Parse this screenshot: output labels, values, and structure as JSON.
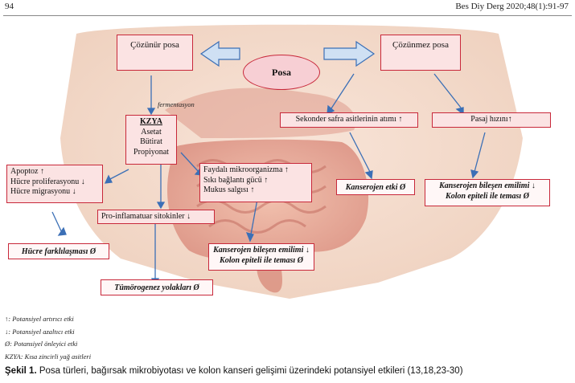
{
  "header": {
    "page_number": "94",
    "journal": "Bes Diy Derg 2020;48(1):91-97"
  },
  "diagram": {
    "center": "Posa",
    "soluble": "Çözünür posa",
    "insoluble": "Çözünmez posa",
    "fermentation": "fermentasyon",
    "kzya_title": "KZYA",
    "kzya_items": [
      "Asetat",
      "Bütirat",
      "Propiyonat"
    ],
    "apoptosis_lines": [
      "Apoptoz ↑",
      "Hücre proliferasyonu ↓",
      "Hücre migrasyonu ↓"
    ],
    "microbiota_lines": [
      "Faydalı mikroorganizma ↑",
      "Sıkı bağlantı gücü ↑",
      "Mukus salgısı ↑"
    ],
    "pro_inflammatory": "Pro-inflamatuar sitokinler ↓",
    "differentiation": "Hücre farklılaşması Ø",
    "tumorogenic": "Tümörogenez yolakları Ø",
    "carcinogen_absorption_lines": [
      "Kanserojen bileşen emilimi ↓",
      "Kolon epiteli ile teması Ø"
    ],
    "bile_acid": "Sekonder safra asitlerinin atımı ↑",
    "transit": "Pasaj hızını↑",
    "carcinogen_effect": "Kanserojen etki Ø",
    "right_absorption_lines": [
      "Kanserojen bileşen emilimi ↓",
      "Kolon epiteli ile teması Ø"
    ]
  },
  "legend": [
    "↑: Potansiyel artırıcı etki",
    "↓: Potansiyel azaltıcı etki",
    "Ø: Potansiyel önleyici etki",
    "KZYA: Kısa zincirli yağ asitleri"
  ],
  "caption": {
    "label": "Şekil 1.",
    "text": " Posa türleri, bağırsak mikrobiyotası ve kolon kanseri gelişimi üzerindeki potansiyel etkileri (13,18,23-30)"
  },
  "colors": {
    "box_border": "#c8283a",
    "box_fill": "#fbe3e3",
    "arrow_blue": "#3b6fb6"
  }
}
